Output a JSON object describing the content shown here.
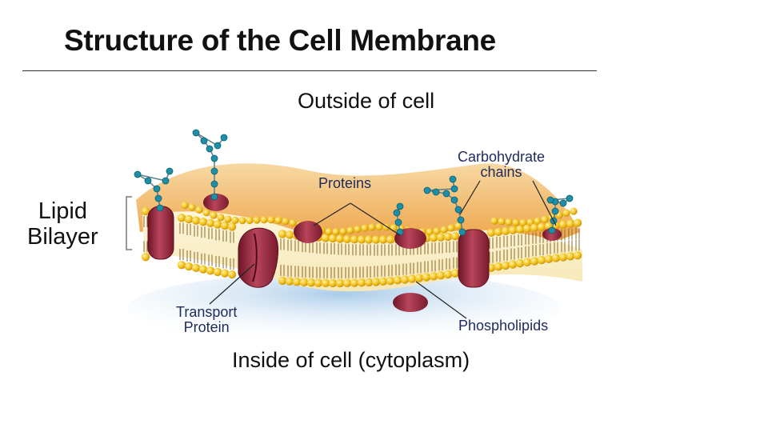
{
  "slide": {
    "title": "Structure of the Cell Membrane"
  },
  "diagram": {
    "outside_label": "Outside of cell",
    "inside_label": "Inside of cell (cytoplasm)",
    "lipid_bilayer_line1": "Lipid",
    "lipid_bilayer_line2": "Bilayer",
    "proteins_label": "Proteins",
    "carbohydrate_line1": "Carbohydrate",
    "carbohydrate_line2": "chains",
    "transport_line1": "Transport",
    "transport_line2": "Protein",
    "phospholipids_label": "Phospholipids"
  },
  "colors": {
    "phospholipid_head": "#f2c21b",
    "protein": "#9c2a3e",
    "carbohydrate": "#1f8fa6",
    "membrane_top": "#f5c27a",
    "cytoplasm_shade": "#bcd8ef"
  }
}
